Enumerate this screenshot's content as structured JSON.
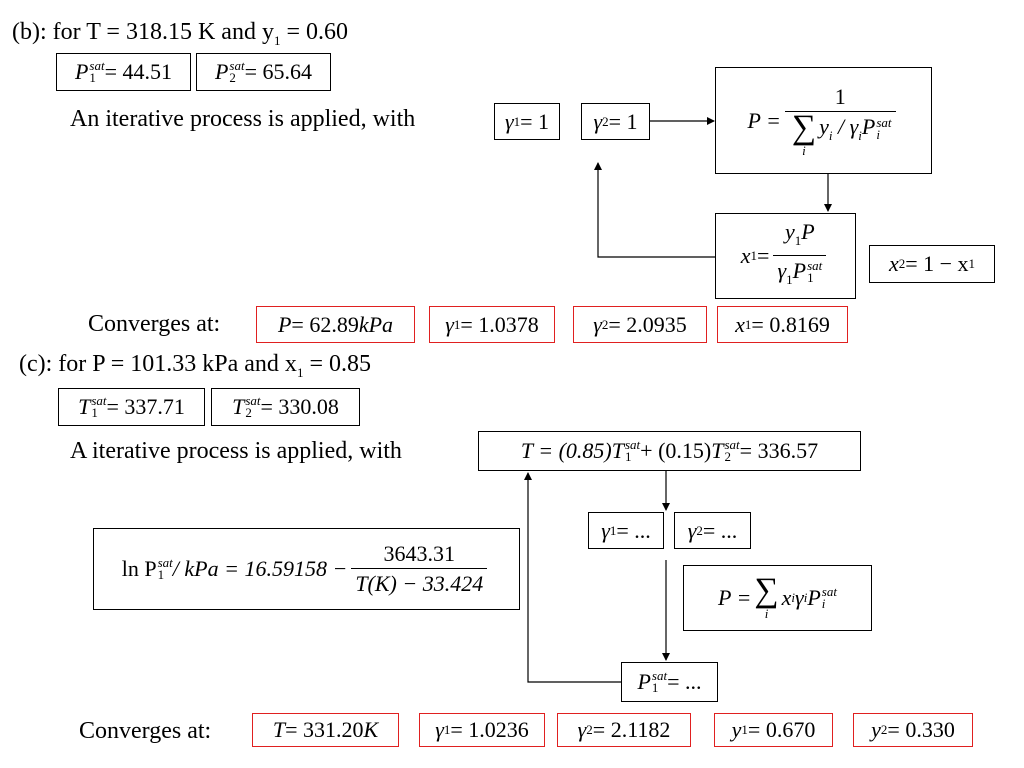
{
  "part_b": {
    "heading": "(b): for T = 318.15 K and y",
    "heading_sub": "1",
    "heading_tail": " = 0.60",
    "p1sat": {
      "sym": "P",
      "sub": "1",
      "sup": "sat",
      "rhs": " = 44.51"
    },
    "p2sat": {
      "sym": "P",
      "sub": "2",
      "sup": "sat",
      "rhs": " = 65.64"
    },
    "iter_text": "An iterative process is applied, with",
    "gamma1_init": {
      "sym": "γ",
      "sub": "1",
      "rhs": " = 1"
    },
    "gamma2_init": {
      "sym": "γ",
      "sub": "2",
      "rhs": " = 1"
    },
    "p_formula": {
      "lhs": "P = ",
      "num": "1",
      "sum_index": "i",
      "den_tail": "y",
      "den_i": "i",
      "den_div": " / γ",
      "den_pi": "P",
      "den_sup": "sat"
    },
    "x1_formula": {
      "lhs": "x",
      "lhs_sub": "1",
      "eq": " = ",
      "num": "y",
      "num_sub": "1",
      "num_tail": "P",
      "den": "γ",
      "den_sub": "1",
      "den_p": "P",
      "den_psub": "1",
      "den_sup": "sat"
    },
    "x2_formula": {
      "lhs": "x",
      "lhs_sub": "2",
      "rhs": " = 1 − x",
      "rhs_sub": "1"
    },
    "converges_label": "Converges at:",
    "results": [
      {
        "sym": "P",
        "sub": "",
        "rhs": " = 62.89 ",
        "unit": "kPa"
      },
      {
        "sym": "γ",
        "sub": "1",
        "rhs": " = 1.0378",
        "unit": ""
      },
      {
        "sym": "γ",
        "sub": "2",
        "rhs": " = 2.0935",
        "unit": ""
      },
      {
        "sym": "x",
        "sub": "1",
        "rhs": " = 0.8169",
        "unit": ""
      }
    ]
  },
  "part_c": {
    "heading": "(c): for P = 101.33 kPa and x",
    "heading_sub": "1",
    "heading_tail": " = 0.85",
    "t1sat": {
      "sym": "T",
      "sub": "1",
      "sup": "sat",
      "rhs": " = 337.71"
    },
    "t2sat": {
      "sym": "T",
      "sub": "2",
      "sup": "sat",
      "rhs": " = 330.08"
    },
    "iter_text": "A iterative process is applied, with",
    "t_init": {
      "lhs": "T = (0.85)",
      "t1": "T",
      "t1_sub": "1",
      "t1_sup": "sat",
      "mid": " + (0.15)",
      "t2": "T",
      "t2_sub": "2",
      "t2_sup": "sat",
      "rhs": " = 336.57"
    },
    "gamma1_dots": {
      "sym": "γ",
      "sub": "1",
      "rhs": " = ..."
    },
    "gamma2_dots": {
      "sym": "γ",
      "sub": "2",
      "rhs": " = ..."
    },
    "antoine": {
      "lhs": "ln P",
      "lhs_sub": "1",
      "lhs_sup": "sat",
      "mid": " / kPa = 16.59158 − ",
      "num": "3643.31",
      "den": "T(K) − 33.424"
    },
    "p_sum": {
      "lhs": "P = ",
      "sum_index": "i",
      "body1": "x",
      "b_i": "i",
      "body2": "γ",
      "b_i2": "i",
      "body3": "P",
      "b_i3": "i",
      "b_sup": "sat"
    },
    "p1sat_dots": {
      "sym": "P",
      "sub": "1",
      "sup": "sat",
      "rhs": " = ..."
    },
    "converges_label": "Converges at:",
    "results": [
      {
        "sym": "T",
        "sub": "",
        "rhs": " = 331.20",
        "unit": "K"
      },
      {
        "sym": "γ",
        "sub": "1",
        "rhs": " = 1.0236",
        "unit": ""
      },
      {
        "sym": "γ",
        "sub": "2",
        "rhs": " = 2.1182",
        "unit": ""
      },
      {
        "sym": "y",
        "sub": "1",
        "rhs": " = 0.670",
        "unit": ""
      },
      {
        "sym": "y",
        "sub": "2",
        "rhs": " = 0.330",
        "unit": ""
      }
    ]
  },
  "colors": {
    "result_border": "#e02020",
    "box_border": "#000000"
  }
}
